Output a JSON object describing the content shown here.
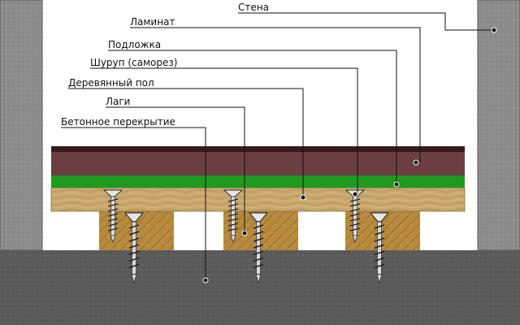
{
  "labels": {
    "wall": "Стена",
    "laminate": "Ламинат",
    "underlay": "Подложка",
    "screw": "Шуруп (саморез)",
    "wooden_floor": "Деревянный пол",
    "joists": "Лаги",
    "concrete_slab": "Бетонное перекрытие"
  },
  "colors": {
    "laminate": "#6b3e42",
    "laminate_top": "#3a1a1c",
    "underlay": "#1f9a1f",
    "wood_floor": "#c9a86e",
    "joist": "#b88a3e",
    "concrete": "#5a5a5a",
    "wall": "#8c8c8c",
    "screw": "#e8e8e8"
  },
  "icons": {
    "screw": "screw-icon"
  }
}
